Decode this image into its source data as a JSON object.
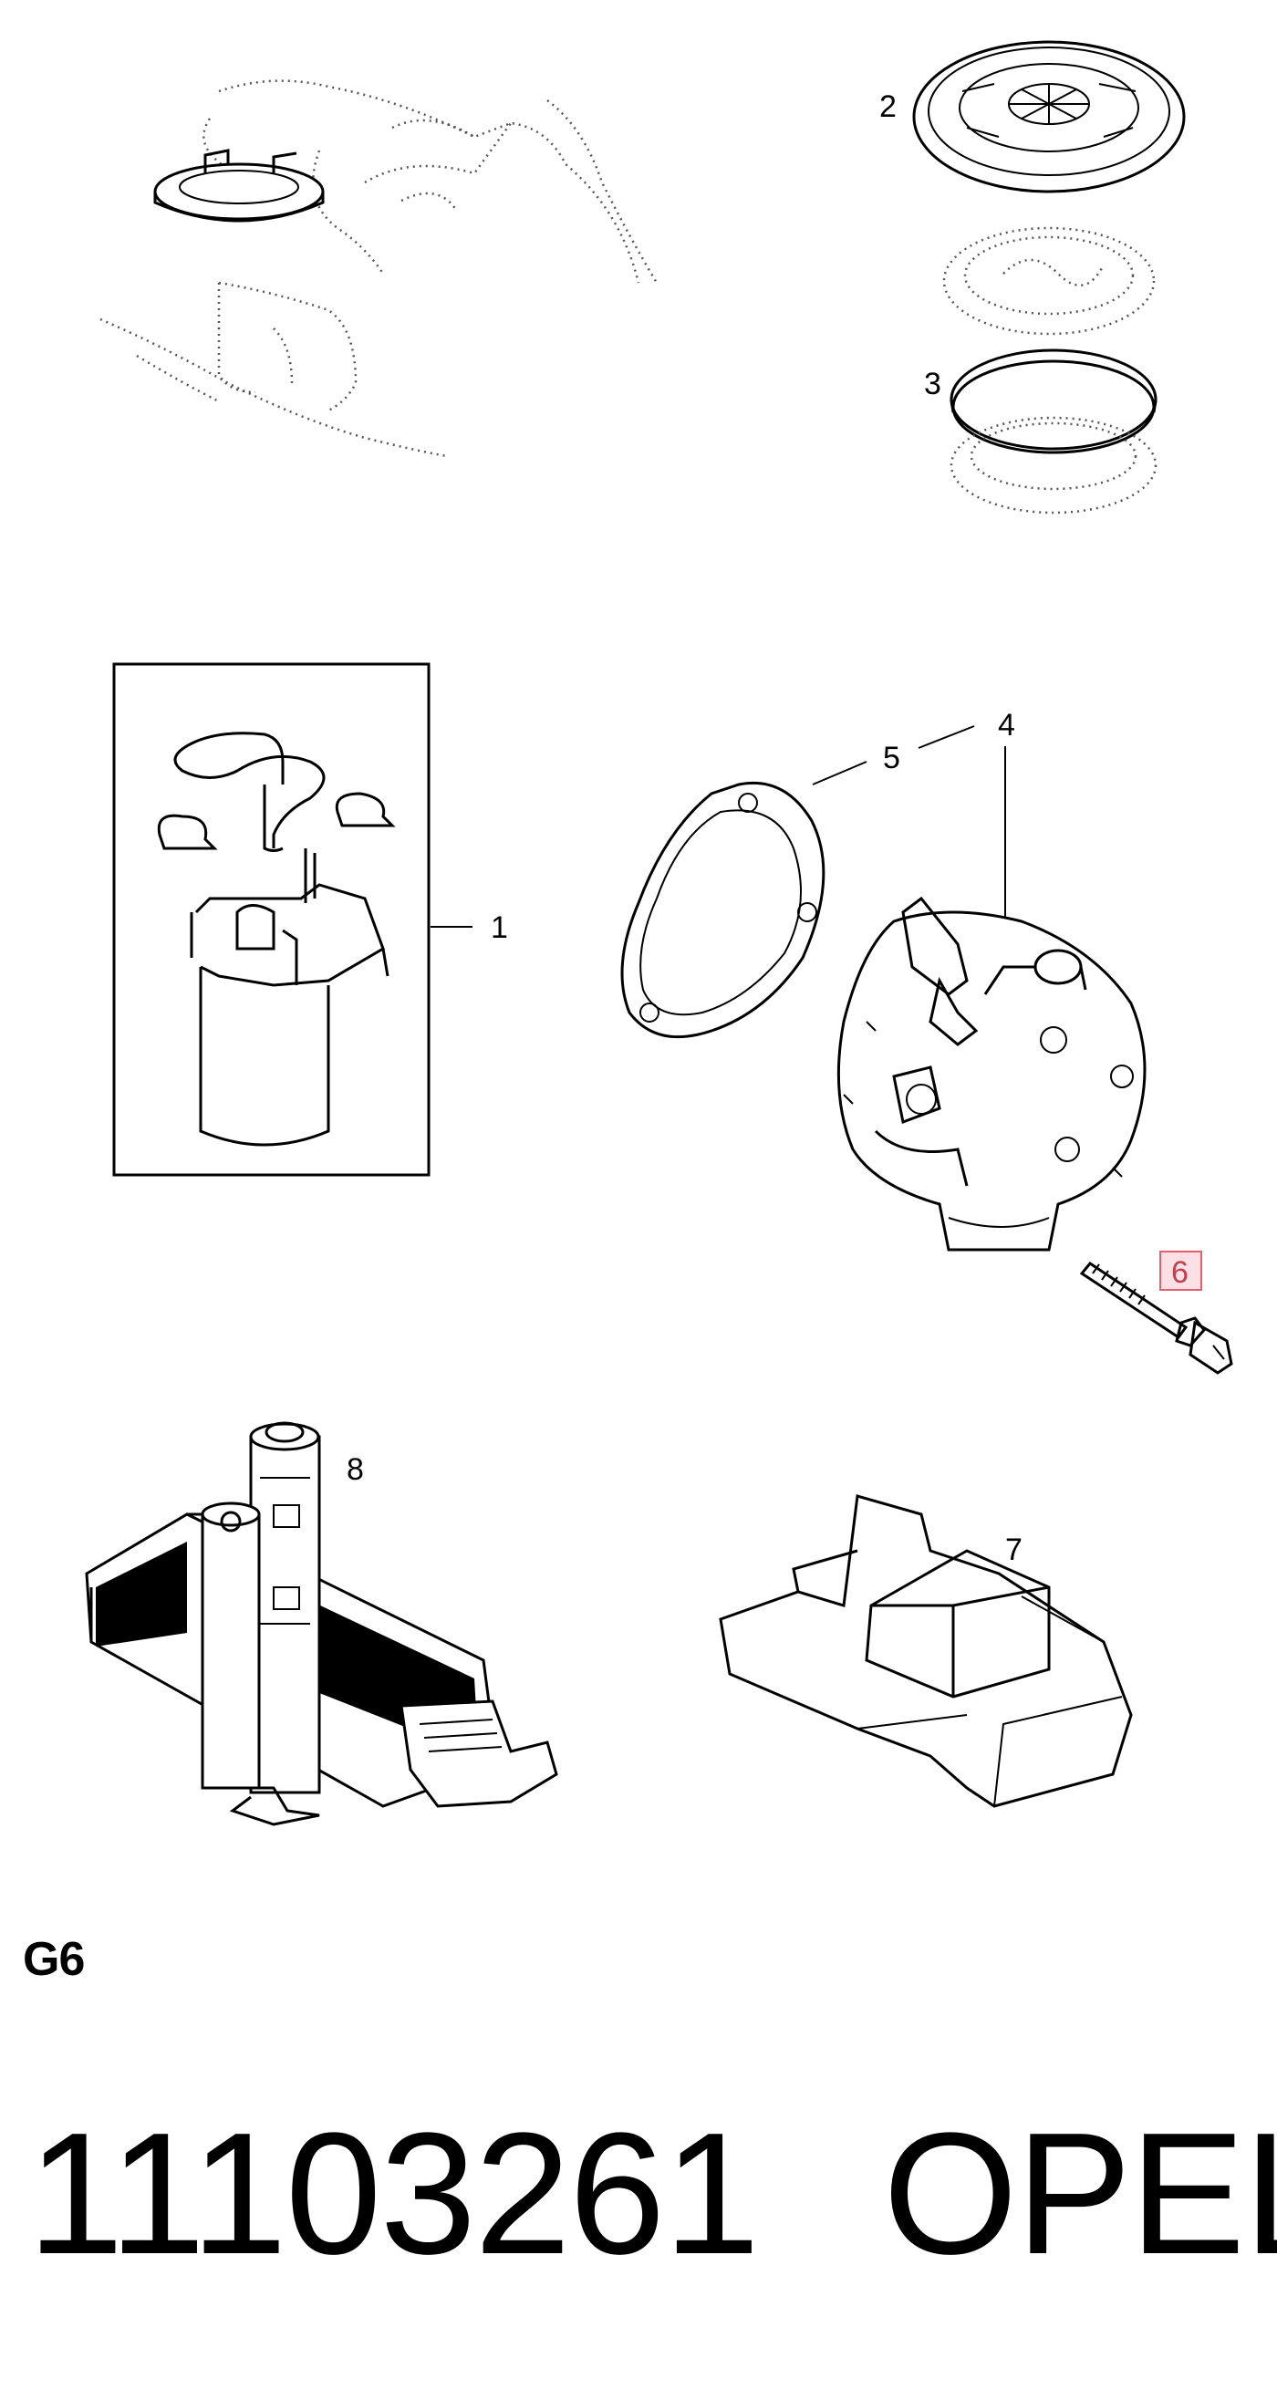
{
  "callouts": {
    "c1": "1",
    "c2": "2",
    "c3": "3",
    "c4": "4",
    "c5": "5",
    "c6": "6",
    "c7": "7",
    "c8": "8"
  },
  "highlight_color": "#e06070",
  "section_label": "G6",
  "part_number": "11103261",
  "brand": "OPEL"
}
